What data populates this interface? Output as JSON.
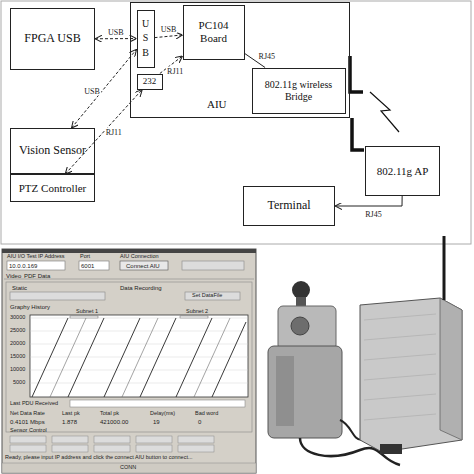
{
  "diagram": {
    "nodes": [
      {
        "text": [
          "FPGA USB"
        ]
      },
      {
        "text": [
          "AIU"
        ]
      },
      {
        "text": [
          "U S B"
        ],
        "in": 1
      },
      {
        "text": [
          "232"
        ],
        "in": 1
      },
      {
        "text": [
          "PC104 Board"
        ],
        "in": 1
      },
      {
        "text": [
          "802.11g wireless Bridge"
        ],
        "in": 1
      },
      {
        "text": [
          "Vision Sensor"
        ]
      },
      {
        "text": [
          "PTZ Controller"
        ]
      },
      {
        "text": [
          "802.11g AP"
        ]
      },
      {
        "text": [
          "Terminal"
        ]
      }
    ],
    "edges": [
      {
        "from": 0,
        "to": 2,
        "label": "USB",
        "arrow": "both"
      },
      {
        "from": 6,
        "to": 2,
        "label": "USB",
        "arrow": "both"
      },
      {
        "from": 7,
        "to": 3,
        "label": "RJ11",
        "arrow": "both"
      },
      {
        "from": 2,
        "to": 4,
        "label": "USB",
        "arrow": "to"
      },
      {
        "from": 3,
        "to": 4,
        "label": "RJ11",
        "arrow": "to"
      },
      {
        "from": 4,
        "to": 5,
        "label": "RJ45",
        "arrow": "none"
      },
      {
        "from": 8,
        "to": 9,
        "label": "RJ45",
        "arrow": "to"
      }
    ],
    "labels": [
      "AIU I/O Test IP Address",
      "10.0.0.169",
      "Port",
      "6001",
      "AIU Connection",
      "Connect AIU",
      "Video",
      "PDF Data",
      "Static",
      "Data Recording",
      "Set DataFile",
      "Graphy History",
      "Subnet 1",
      "Subnet 2",
      "30000",
      "25000",
      "20000",
      "15000",
      "10000",
      "5000",
      "Last PDU Received",
      "Net Data Rate",
      "Last pk",
      "Total pk",
      "Delay(ms)",
      "Bad word",
      "0.4101 Mbps",
      "1.878",
      "421000.00",
      "19",
      "0",
      "Sensor Control",
      "Ready, please input IP address and click the connect AIU button to connect...",
      "CONN"
    ]
  }
}
